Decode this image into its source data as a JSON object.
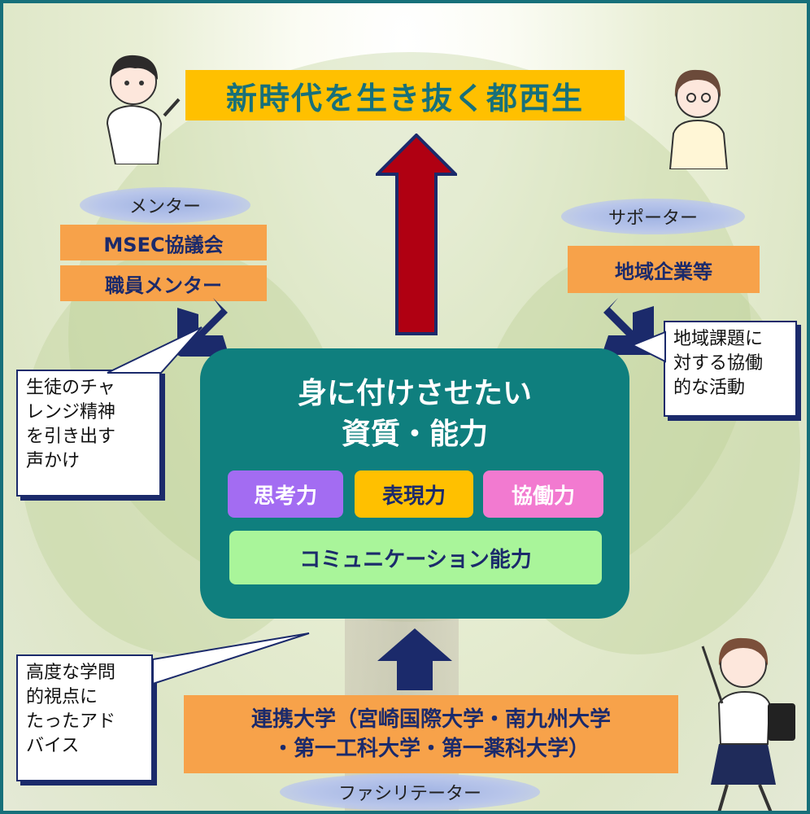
{
  "title": "新時代を生き抜く都西生",
  "mentor": {
    "label": "メンター",
    "items": [
      "MSEC協議会",
      "職員メンター"
    ],
    "callout": [
      "生徒のチャ",
      "レンジ精神",
      "を引き出す",
      "声かけ"
    ]
  },
  "supporter": {
    "label": "サポーター",
    "items": [
      "地域企業等"
    ],
    "callout": [
      "地域課題に",
      "対する協働",
      "的な活動"
    ]
  },
  "center": {
    "title_line1": "身に付けさせたい",
    "title_line2": "資質・能力",
    "abilities": [
      "思考力",
      "表現力",
      "協働力"
    ],
    "communication": "コミュニケーション能力",
    "colors": {
      "box": "#0f7f7e",
      "shikou": "#a36cf2",
      "hyougen": "#ffc000",
      "kyoudou": "#f27ad0",
      "comm": "#a9f59a"
    }
  },
  "facilitator": {
    "label": "ファシリテーター",
    "universities_line1": "連携大学（宮崎国際大学・南九州大学",
    "universities_line2": "・第一工科大学・第一薬科大学）",
    "callout": [
      "高度な学問",
      "的視点に",
      "たったアド",
      "バイス"
    ]
  },
  "colors": {
    "accent": "#17707a",
    "orange": "#f7a24a",
    "arrow_red": "#b00012",
    "arrow_navy": "#1b2a6b"
  }
}
